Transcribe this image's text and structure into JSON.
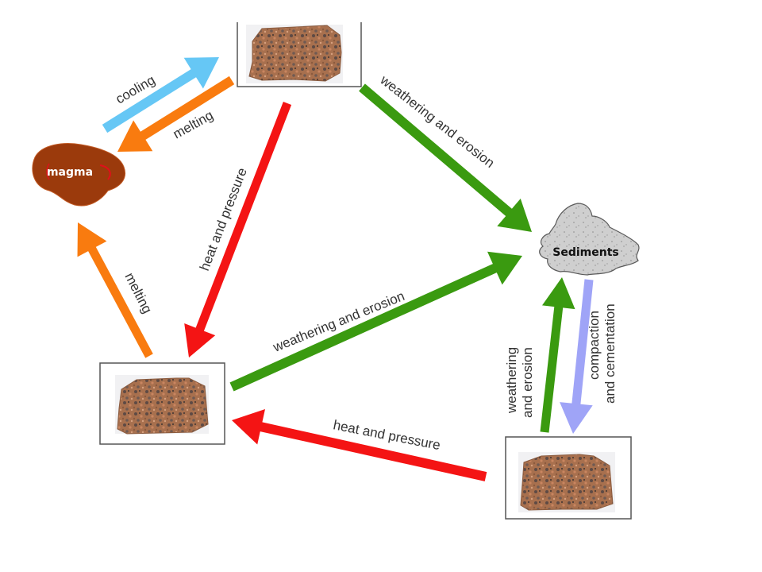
{
  "diagram": {
    "title": "Rock cycle",
    "nodes": {
      "magma": {
        "label": "magma",
        "fill": "#9b3a0c",
        "text_color": "#ffffff",
        "accent": "#e0101a"
      },
      "sediments": {
        "label": "Sediments",
        "fill": "#cfcfcf",
        "stroke": "#5a5a5a",
        "text_color": "#111111"
      },
      "rock_top": {
        "label": "",
        "icon": "rock-image"
      },
      "rock_left": {
        "label": "",
        "icon": "rock-image"
      },
      "rock_bottom_right": {
        "label": "",
        "icon": "rock-image"
      }
    },
    "edges": [
      {
        "id": "cooling",
        "from": "magma",
        "to": "rock_top",
        "label": "cooling",
        "color": "#66c7f5"
      },
      {
        "id": "melting_top",
        "from": "rock_top",
        "to": "magma",
        "label": "melting",
        "color": "#f97b0f"
      },
      {
        "id": "weathering_top",
        "from": "rock_top",
        "to": "sediments",
        "label": "weathering and erosion",
        "color": "#3a9a10"
      },
      {
        "id": "heat_top",
        "from": "rock_top",
        "to": "rock_left",
        "label": "heat and pressure",
        "color": "#f41414"
      },
      {
        "id": "melting_left",
        "from": "rock_left",
        "to": "magma",
        "label": "melting",
        "color": "#f97b0f"
      },
      {
        "id": "weathering_left",
        "from": "rock_left",
        "to": "sediments",
        "label": "weathering and erosion",
        "color": "#3a9a10"
      },
      {
        "id": "heat_bottom",
        "from": "rock_bottom_right",
        "to": "rock_left",
        "label": "heat and pressure",
        "color": "#f41414"
      },
      {
        "id": "weathering_br",
        "from": "rock_bottom_right",
        "to": "sediments",
        "label_line1": "weathering",
        "label_line2": "and erosion",
        "color": "#3a9a10"
      },
      {
        "id": "compaction",
        "from": "sediments",
        "to": "rock_bottom_right",
        "label_line1": "compaction",
        "label_line2": "and cementation",
        "color": "#9fa4f7"
      }
    ]
  }
}
